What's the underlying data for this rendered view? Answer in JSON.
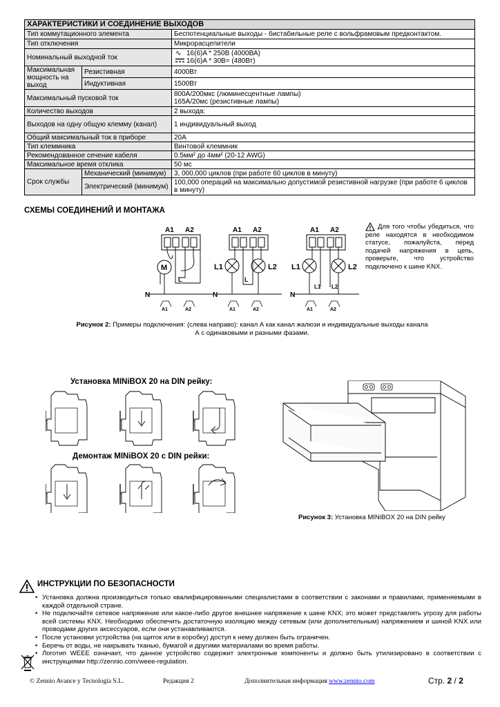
{
  "spec": {
    "title": "ХАРАКТЕРИСТИКИ И СОЕДИНЕНИЕ ВЫХОДОВ",
    "rows": {
      "switch_type": {
        "label": "Тип коммутационного элемента",
        "value": "Беспотенциальные выходы - бистабильные реле с вольфрамовым предконтактом."
      },
      "disconnect_type": {
        "label": "Тип отключения",
        "value": "Микрорасцепители"
      },
      "rated_current": {
        "label": "Номинальный выходной ток",
        "value_ac": "16(6)A * 250В (4000ВА)",
        "value_dc": "16(6)A * 30В= (480Вт)"
      },
      "max_power": {
        "label": "Максимальная мощность на выход",
        "resistive_label": "Резистивная",
        "resistive_value": "4000Вт",
        "inductive_label": "Индуктивная",
        "inductive_value": "1500Вт"
      },
      "inrush": {
        "label": "Максимальный пусковой ток",
        "value1": "800A/200мкс (люминесцентные лампы)",
        "value2": "165A/20мс (резистивные лампы)"
      },
      "outputs": {
        "label": "Количество выходов",
        "value": "2 выхода:"
      },
      "per_terminal": {
        "label": "Выходов на одну общую клемму (канал)",
        "value": "1 индивидуальный выход"
      },
      "total_current": {
        "label": "Общий максимальный ток в приборе",
        "value": "20A"
      },
      "terminal_type": {
        "label": "Тип клеммника",
        "value": "Винтовой клеммник"
      },
      "cable": {
        "label": "Рекомендованное сечение кабеля",
        "value": "0.5мм² до 4мм² (20-12 AWG)"
      },
      "response": {
        "label": "Максимальное время отклика",
        "value": "50 мс"
      },
      "lifetime": {
        "label": "Срок службы",
        "mech_label": "Механический (минимум)",
        "mech_value": "3, 000,000 циклов (при работе 60 циклов в минуту)",
        "elec_label": "Электрический (минимум)",
        "elec_value": "100,000 операций на максимально допустимой резистивной нагрузке (при работе 6 циклов в минуту)"
      }
    }
  },
  "wiring": {
    "title": "СХЕМЫ СОЕДИНЕНИЙ И МОНТАЖА",
    "note": "Для того чтобы убедиться, что реле находятся в необходимом статусе, пожалуйста, перед подачей напряжения в цепь, проверьте, что устройство подключено к шине KNX.",
    "labels": {
      "a1": "A1",
      "a2": "A2",
      "l": "L",
      "n": "N",
      "m": "M",
      "l1": "L1",
      "l2": "L2"
    },
    "caption_bold": "Рисунок 2:",
    "caption_text": "Примеры подключения: (слева направо): канал А как канал жалюзи и индивидуальные выходы канала А с одинаковыми и разными фазами."
  },
  "mounting": {
    "install_title": "Установка MINiBOX 20 на DIN рейку:",
    "remove_title": "Демонтаж MINiBOX 20 с DIN рейки:",
    "caption_bold": "Рисунок 3:",
    "caption_text": "Установка MINiBOX 20 на DIN рейку"
  },
  "safety": {
    "title": "ИНСТРУКЦИИ ПО БЕЗОПАСНОСТИ",
    "items": [
      "Установка должна производиться только квалифицированными специалистами в соответствии с законами и правилами, применяемыми в каждой отдельной стране.",
      "Не подключайте сетевое напряжение или какое-либо другое внешнее напряжение к шине KNX; это может представлять угрозу для работы всей системы KNX. Необходимо обеспечить достаточную изоляцию между сетевым (или дополнительным) напряжением и шиной KNX или проводами других аксессуаров, если они устанавливаются.",
      "После установки устройства (на щиток или в коробку) доступ к нему должен быть ограничен.",
      "Беречь от воды, не накрывать тканью, бумагой и другими материалами во время работы.",
      "Логотип WEEE означает, что данное устройство содержит электронные компоненты и должно быть утилизировано в соответствии с инструкциями http://zennio.com/weee-regulation."
    ]
  },
  "footer": {
    "company": "© Zennio Avance y Tecnología S.L.",
    "revision": "Редакция 2",
    "info_label": "Дополнительная информация",
    "info_link": "www.zennio.com",
    "page_label": "Стр.",
    "page_current": "2",
    "page_sep": "/",
    "page_total": "2"
  }
}
